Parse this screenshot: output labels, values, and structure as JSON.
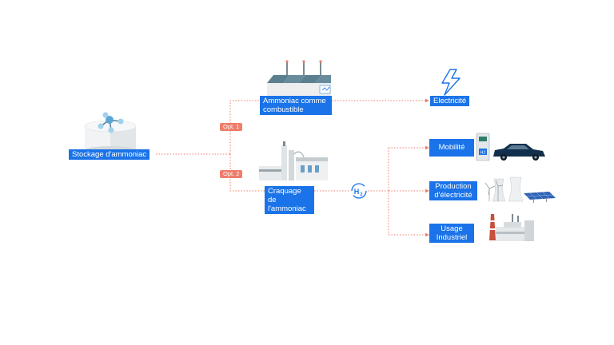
{
  "nodes": {
    "storage": "Stockage d'ammoniac",
    "fuel": "Ammoniac comme combustible",
    "electricity": "Electricité",
    "cracking": "Craquage de l'ammoniac",
    "mobility": "Mobilité",
    "power_production": "Production d'électricité",
    "industrial_use": "Usage Industriel"
  },
  "options": {
    "opt1": "Opt. 1",
    "opt2": "Opt. 2"
  },
  "symbols": {
    "hydrogen": "H",
    "hydrogen_sub": "2",
    "pump_label": "H2"
  },
  "colors": {
    "label_bg": "#1a73e8",
    "connector": "#ef7d6a",
    "icon_blue": "#1a73e8",
    "car": "#12304d"
  }
}
